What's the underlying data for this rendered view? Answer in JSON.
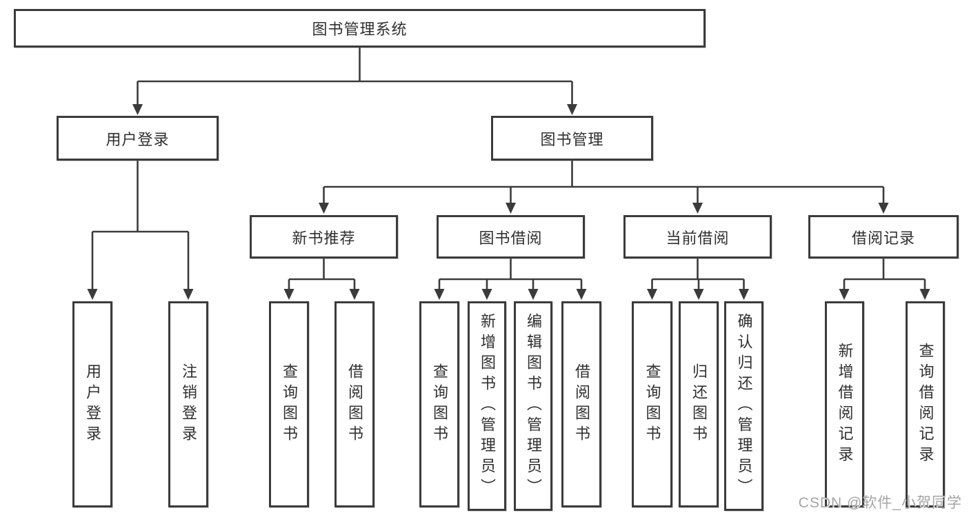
{
  "diagram": {
    "root": {
      "label": "图书管理系统"
    },
    "user_login": {
      "label": "用户登录",
      "children": [
        {
          "label": "用户登录"
        },
        {
          "label": "注销登录"
        }
      ]
    },
    "book_management": {
      "label": "图书管理",
      "sections": {
        "new_books": {
          "label": "新书推荐",
          "children": [
            {
              "label": "查询图书"
            },
            {
              "label": "借阅图书"
            }
          ]
        },
        "borrowing": {
          "label": "图书借阅",
          "children": [
            {
              "label": "查询图书"
            },
            {
              "label": "新增图书（管理员）"
            },
            {
              "label": "编辑图书（管理员）"
            },
            {
              "label": "借阅图书"
            }
          ]
        },
        "current": {
          "label": "当前借阅",
          "children": [
            {
              "label": "查询图书"
            },
            {
              "label": "归还图书"
            },
            {
              "label": "确认归还（管理员）"
            }
          ]
        },
        "records": {
          "label": "借阅记录",
          "children": [
            {
              "label": "新增借阅记录"
            },
            {
              "label": "查询借阅记录"
            }
          ]
        }
      }
    }
  },
  "watermark": {
    "text": "CSDN @软件_小贺同学"
  },
  "colors": {
    "line": "#3b3b3b",
    "text": "#2f2f2f",
    "box_background": "#ffffff",
    "watermark": "#a4a4a4",
    "background": "#ffffff"
  }
}
